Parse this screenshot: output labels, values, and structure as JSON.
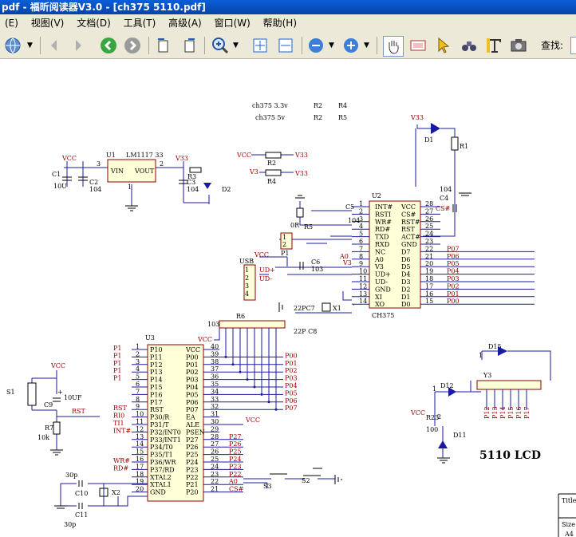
{
  "window": {
    "title": "pdf - 福昕阅读器V3.0 - [ch375 5110.pdf]"
  },
  "menu": [
    "(E)",
    "视图(V)",
    "文档(D)",
    "工具(T)",
    "高级(A)",
    "窗口(W)",
    "帮助(H)"
  ],
  "toolbar": {
    "find_label": "查找:"
  },
  "schematic": {
    "notes": [
      "ch375 3.3v",
      "R2",
      "R4",
      "ch375 5v",
      "R2",
      "R5"
    ],
    "u1": {
      "ref": "U1",
      "part": "LM1117 33",
      "vin": "VIN",
      "vout": "VOUT",
      "gnd_pin": "1",
      "in_pin": "3",
      "out_pin": "2"
    },
    "power_top": {
      "vcc": "VCC",
      "v33": "V33",
      "c1": "C1",
      "c1v": "10U",
      "c2": "C2",
      "c2v": "104",
      "c3": "C3",
      "c3v": "104",
      "r3": "R3",
      "d2": "D2"
    },
    "rsel": {
      "vcc": "VCC",
      "v33a": "V33",
      "r2": "R2",
      "v3": "V3",
      "v33b": "V33",
      "r4": "R4"
    },
    "led1": {
      "v33": "V33",
      "d1": "D1",
      "r1": "R1",
      "c4": "C4",
      "c4v": "104",
      "cs": "CS#"
    },
    "u2": {
      "ref": "U2",
      "part": "CH375",
      "left": [
        "INT#",
        "RSTI",
        "WR#",
        "RD#",
        "TXD",
        "RXD",
        "NC",
        "A0",
        "V3",
        "UD+",
        "UD-",
        "GND",
        "XI",
        "XO"
      ],
      "left_nums": [
        "1",
        "2",
        "3",
        "4",
        "5",
        "6",
        "7",
        "8",
        "9",
        "10",
        "11",
        "12",
        "13",
        "14"
      ],
      "right": [
        "VCC",
        "CS#",
        "RST#",
        "RST",
        "ACT#",
        "GND",
        "D7",
        "D6",
        "D5",
        "D4",
        "D3",
        "D2",
        "D1",
        "D0"
      ],
      "right_nums": [
        "28",
        "27",
        "26",
        "25",
        "24",
        "23",
        "22",
        "21",
        "20",
        "19",
        "18",
        "17",
        "16",
        "15"
      ],
      "bus": [
        "P07",
        "P06",
        "P05",
        "P04",
        "P03",
        "P02",
        "P01",
        "P00"
      ]
    },
    "u2_misc": {
      "c5": "C5",
      "c5v": "104",
      "r5": "R5",
      "r5v": "0R",
      "p1": "P1",
      "p1a": "1",
      "p1b": "2",
      "a0": "A0",
      "v3": "V3",
      "c6": "C6",
      "c6v": "103",
      "usb": "USB",
      "vcc": "VCC",
      "udp": "UD+",
      "udm": "UD-",
      "usbp": [
        "1",
        "2",
        "3",
        "4"
      ],
      "c7": "22PC7",
      "c8": "22P C8",
      "x1": "X1"
    },
    "r6": {
      "ref": "R6",
      "val": "103",
      "vcc": "VCC"
    },
    "u3": {
      "ref": "U3",
      "left": [
        "P10",
        "P11",
        "P12",
        "P13",
        "P14",
        "P15",
        "P16",
        "P17",
        "RST",
        "P30/R",
        "P31/T",
        "P32/INT0",
        "P33/INT1",
        "P34/T0",
        "P35/T1",
        "P36/WR",
        "P37/RD",
        "XTAL2",
        "XTAL1",
        "GND"
      ],
      "left_nums": [
        "1",
        "2",
        "3",
        "4",
        "5",
        "6",
        "7",
        "8",
        "9",
        "10",
        "11",
        "12",
        "13",
        "14",
        "15",
        "16",
        "17",
        "18",
        "19",
        "20"
      ],
      "right": [
        "VCC",
        "P00",
        "P01",
        "P02",
        "P03",
        "P04",
        "P05",
        "P06",
        "P07",
        "EA",
        "ALE",
        "PSEN",
        "P27",
        "P26",
        "P25",
        "P24",
        "P23",
        "P22",
        "P21",
        "P20"
      ],
      "right_nums": [
        "40",
        "39",
        "38",
        "37",
        "36",
        "35",
        "34",
        "33",
        "32",
        "31",
        "30",
        "29",
        "28",
        "27",
        "26",
        "25",
        "24",
        "23",
        "22",
        "21"
      ],
      "left_labels": [
        "P1",
        "P1",
        "P1",
        "P1",
        "P1",
        "",
        "",
        "",
        "RST",
        "RI0",
        "TI1",
        "INT#",
        "",
        "",
        "",
        "WR#",
        "RD#",
        "",
        "",
        ""
      ],
      "out_bus": [
        "P00",
        "P01",
        "P02",
        "P03",
        "P04",
        "P05",
        "P06",
        "P07"
      ],
      "p2_nets": [
        "P27",
        "P26",
        "P25",
        "P24",
        "P23",
        "P22",
        "A0",
        "CS#"
      ],
      "vcc_net": "VCC"
    },
    "reset": {
      "vcc": "VCC",
      "s1": "S1",
      "c9": "C9",
      "c9v": "10UF",
      "rst": "RST",
      "r7": "R7",
      "r7v": "10k",
      "plus": "+"
    },
    "xtal": {
      "c10": "C10",
      "c10v": "30p",
      "c11": "C11",
      "c11v": "30p",
      "x2": "X2"
    },
    "switches": {
      "s2": "S2",
      "s3": "S3"
    },
    "lcd": {
      "label": "5110 LCD",
      "y3": "Y3",
      "d15": "D15",
      "d12": "D12",
      "d11": "D11",
      "r23": "R23",
      "r23v": "100",
      "vcc": "VCC",
      "pinA": "1",
      "pinB": "1",
      "pinC": "2",
      "pins": [
        "P12",
        "P13",
        "P14",
        "P15",
        "P16",
        "P17"
      ]
    },
    "titleblock": {
      "title": "Title",
      "size": "Size",
      "a4": "A4"
    }
  }
}
